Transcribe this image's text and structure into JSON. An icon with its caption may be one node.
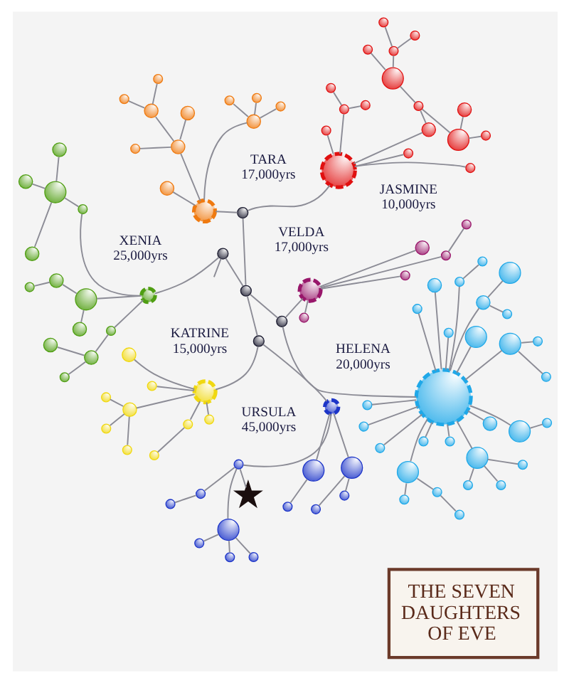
{
  "diagram": {
    "title": "THE SEVEN DAUGHTERS OF EVE",
    "nodes": [
      {
        "text": [],
        "shape": "circle",
        "beside": [
          "URSULA",
          "45,000yrs"
        ]
      },
      {
        "text": [],
        "shape": "circle"
      },
      {
        "text": [],
        "shape": "circle"
      },
      {
        "text": [],
        "shape": "circle"
      },
      {
        "text": [],
        "shape": "circle"
      },
      {
        "text": [],
        "shape": "circle"
      },
      {
        "text": [],
        "shape": "circle"
      },
      {
        "text": [],
        "shape": "circle"
      },
      {
        "text": [],
        "shape": "star"
      },
      {
        "text": [],
        "shape": "circle"
      },
      {
        "text": [],
        "shape": "circle"
      },
      {
        "text": [],
        "shape": "circle"
      },
      {
        "text": [],
        "shape": "circle"
      },
      {
        "text": [],
        "shape": "circle"
      },
      {
        "text": [],
        "shape": "circle",
        "beside": [
          "XENIA",
          "25,000yrs"
        ]
      },
      {
        "text": [],
        "shape": "circle"
      },
      {
        "text": [],
        "shape": "circle"
      },
      {
        "text": [],
        "shape": "circle"
      },
      {
        "text": [],
        "shape": "circle"
      },
      {
        "text": [],
        "shape": "circle"
      },
      {
        "text": [],
        "shape": "circle"
      },
      {
        "text": [],
        "shape": "circle"
      },
      {
        "text": [],
        "shape": "circle"
      },
      {
        "text": [],
        "shape": "circle"
      },
      {
        "text": [],
        "shape": "circle"
      },
      {
        "text": [],
        "shape": "circle"
      },
      {
        "text": [],
        "shape": "circle"
      },
      {
        "text": [],
        "shape": "circle"
      },
      {
        "text": [],
        "shape": "circle",
        "beside": [
          "KATRINE",
          "15,000yrs"
        ]
      },
      {
        "text": [],
        "shape": "circle"
      },
      {
        "text": [],
        "shape": "circle"
      },
      {
        "text": [],
        "shape": "circle"
      },
      {
        "text": [],
        "shape": "circle"
      },
      {
        "text": [],
        "shape": "circle"
      },
      {
        "text": [],
        "shape": "circle"
      },
      {
        "text": [],
        "shape": "circle"
      },
      {
        "text": [],
        "shape": "circle"
      },
      {
        "text": [],
        "shape": "circle"
      },
      {
        "text": [],
        "shape": "circle",
        "beside": [
          "HELENA",
          "20,000yrs"
        ]
      },
      {
        "text": [],
        "shape": "circle"
      },
      {
        "text": [],
        "shape": "circle"
      },
      {
        "text": [],
        "shape": "circle"
      },
      {
        "text": [],
        "shape": "circle"
      },
      {
        "text": [],
        "shape": "circle"
      },
      {
        "text": [],
        "shape": "circle"
      },
      {
        "text": [],
        "shape": "circle"
      },
      {
        "text": [],
        "shape": "circle"
      },
      {
        "text": [],
        "shape": "circle"
      },
      {
        "text": [],
        "shape": "circle"
      },
      {
        "text": [],
        "shape": "circle"
      },
      {
        "text": [],
        "shape": "circle"
      },
      {
        "text": [],
        "shape": "circle"
      },
      {
        "text": [],
        "shape": "circle"
      },
      {
        "text": [],
        "shape": "circle"
      },
      {
        "text": [],
        "shape": "circle"
      },
      {
        "text": [],
        "shape": "circle"
      },
      {
        "text": [],
        "shape": "circle"
      },
      {
        "text": [],
        "shape": "circle"
      },
      {
        "text": [],
        "shape": "circle"
      },
      {
        "text": [],
        "shape": "circle"
      },
      {
        "text": [],
        "shape": "circle"
      },
      {
        "text": [],
        "shape": "circle"
      },
      {
        "text": [],
        "shape": "circle"
      },
      {
        "text": [],
        "shape": "circle"
      },
      {
        "text": [],
        "shape": "circle"
      },
      {
        "text": [],
        "shape": "circle"
      },
      {
        "text": [],
        "shape": "circle"
      },
      {
        "text": [],
        "shape": "circle",
        "beside": [
          "TARA",
          "17,000yrs"
        ]
      },
      {
        "text": [],
        "shape": "circle"
      },
      {
        "text": [],
        "shape": "circle"
      },
      {
        "text": [],
        "shape": "circle"
      },
      {
        "text": [],
        "shape": "circle"
      },
      {
        "text": [],
        "shape": "circle"
      },
      {
        "text": [],
        "shape": "circle"
      },
      {
        "text": [],
        "shape": "circle"
      },
      {
        "text": [],
        "shape": "circle"
      },
      {
        "text": [],
        "shape": "circle"
      },
      {
        "text": [],
        "shape": "circle"
      },
      {
        "text": [],
        "shape": "circle"
      },
      {
        "text": [],
        "shape": "circle",
        "beside": [
          "VELDA",
          "17,000yrs"
        ]
      },
      {
        "text": [],
        "shape": "circle"
      },
      {
        "text": [],
        "shape": "circle"
      },
      {
        "text": [],
        "shape": "circle"
      },
      {
        "text": [],
        "shape": "circle"
      },
      {
        "text": [],
        "shape": "circle"
      },
      {
        "text": [],
        "shape": "circle",
        "beside": [
          "JASMINE",
          "10,000yrs"
        ]
      },
      {
        "text": [],
        "shape": "circle"
      },
      {
        "text": [],
        "shape": "circle"
      },
      {
        "text": [],
        "shape": "circle"
      },
      {
        "text": [],
        "shape": "circle"
      },
      {
        "text": [],
        "shape": "circle"
      },
      {
        "text": [],
        "shape": "circle"
      },
      {
        "text": [],
        "shape": "circle"
      },
      {
        "text": [],
        "shape": "circle"
      },
      {
        "text": [],
        "shape": "circle"
      },
      {
        "text": [],
        "shape": "circle"
      },
      {
        "text": [],
        "shape": "circle"
      },
      {
        "text": [],
        "shape": "circle"
      },
      {
        "text": [],
        "shape": "circle"
      },
      {
        "text": [],
        "shape": "circle"
      },
      {
        "text": [],
        "shape": "circle"
      },
      {
        "text": [],
        "shape": "circle"
      },
      {
        "text": [],
        "shape": "circle"
      },
      {
        "text": [],
        "shape": "circle"
      },
      {
        "text": [],
        "shape": "circle"
      },
      {
        "text": [],
        "shape": "circle"
      },
      {
        "text": [],
        "shape": "circle"
      }
    ],
    "edges": [
      {
        "from": 0,
        "to": 1,
        "arrow": "none"
      },
      {
        "from": 1,
        "to": 2,
        "arrow": "none"
      },
      {
        "from": 2,
        "to": 3,
        "arrow": "none"
      },
      {
        "from": 2,
        "to": 4,
        "arrow": "none"
      },
      {
        "from": 2,
        "to": 5,
        "arrow": "none"
      },
      {
        "from": 1,
        "to": 6,
        "arrow": "none"
      },
      {
        "from": 6,
        "to": 7,
        "arrow": "none"
      },
      {
        "from": 1,
        "to": 8,
        "arrow": "none"
      },
      {
        "from": 0,
        "to": 9,
        "arrow": "none"
      },
      {
        "from": 9,
        "to": 10,
        "arrow": "none"
      },
      {
        "from": 9,
        "to": 11,
        "arrow": "none"
      },
      {
        "from": 0,
        "to": 12,
        "arrow": "none"
      },
      {
        "from": 12,
        "to": 13,
        "arrow": "none"
      },
      {
        "from": 14,
        "to": 15,
        "arrow": "none"
      },
      {
        "from": 15,
        "to": 16,
        "arrow": "none"
      },
      {
        "from": 16,
        "to": 17,
        "arrow": "none"
      },
      {
        "from": 16,
        "to": 18,
        "arrow": "none"
      },
      {
        "from": 14,
        "to": 19,
        "arrow": "none"
      },
      {
        "from": 19,
        "to": 20,
        "arrow": "none"
      },
      {
        "from": 20,
        "to": 21,
        "arrow": "none"
      },
      {
        "from": 20,
        "to": 22,
        "arrow": "none"
      },
      {
        "from": 20,
        "to": 23,
        "arrow": "none"
      },
      {
        "from": 14,
        "to": 24,
        "arrow": "none"
      },
      {
        "from": 24,
        "to": 25,
        "arrow": "none"
      },
      {
        "from": 24,
        "to": 26,
        "arrow": "none"
      },
      {
        "from": 26,
        "to": 27,
        "arrow": "none"
      },
      {
        "from": 28,
        "to": 29,
        "arrow": "none"
      },
      {
        "from": 29,
        "to": 30,
        "arrow": "none"
      },
      {
        "from": 29,
        "to": 31,
        "arrow": "none"
      },
      {
        "from": 29,
        "to": 32,
        "arrow": "none"
      },
      {
        "from": 28,
        "to": 33,
        "arrow": "none"
      },
      {
        "from": 28,
        "to": 34,
        "arrow": "none"
      },
      {
        "from": 34,
        "to": 35,
        "arrow": "none"
      },
      {
        "from": 28,
        "to": 36,
        "arrow": "none"
      },
      {
        "from": 28,
        "to": 37,
        "arrow": "none"
      },
      {
        "from": 38,
        "to": 39,
        "arrow": "none"
      },
      {
        "from": 39,
        "to": 40,
        "arrow": "none"
      },
      {
        "from": 38,
        "to": 41,
        "arrow": "none"
      },
      {
        "from": 41,
        "to": 42,
        "arrow": "none"
      },
      {
        "from": 38,
        "to": 43,
        "arrow": "none"
      },
      {
        "from": 43,
        "to": 44,
        "arrow": "none"
      },
      {
        "from": 43,
        "to": 45,
        "arrow": "none"
      },
      {
        "from": 38,
        "to": 46,
        "arrow": "none"
      },
      {
        "from": 46,
        "to": 47,
        "arrow": "none"
      },
      {
        "from": 47,
        "to": 48,
        "arrow": "none"
      },
      {
        "from": 46,
        "to": 49,
        "arrow": "none"
      },
      {
        "from": 38,
        "to": 50,
        "arrow": "none"
      },
      {
        "from": 38,
        "to": 51,
        "arrow": "none"
      },
      {
        "from": 38,
        "to": 52,
        "arrow": "none"
      },
      {
        "from": 38,
        "to": 53,
        "arrow": "none"
      },
      {
        "from": 38,
        "to": 54,
        "arrow": "none"
      },
      {
        "from": 38,
        "to": 55,
        "arrow": "none"
      },
      {
        "from": 38,
        "to": 56,
        "arrow": "none"
      },
      {
        "from": 38,
        "to": 57,
        "arrow": "none"
      },
      {
        "from": 38,
        "to": 58,
        "arrow": "none"
      },
      {
        "from": 38,
        "to": 59,
        "arrow": "none"
      },
      {
        "from": 59,
        "to": 60,
        "arrow": "none"
      },
      {
        "from": 59,
        "to": 61,
        "arrow": "none"
      },
      {
        "from": 38,
        "to": 62,
        "arrow": "none"
      },
      {
        "from": 62,
        "to": 63,
        "arrow": "none"
      },
      {
        "from": 62,
        "to": 64,
        "arrow": "none"
      },
      {
        "from": 62,
        "to": 65,
        "arrow": "none"
      },
      {
        "from": 38,
        "to": 66,
        "arrow": "none"
      },
      {
        "from": 67,
        "to": 68,
        "arrow": "none"
      },
      {
        "from": 67,
        "to": 69,
        "arrow": "none"
      },
      {
        "from": 69,
        "to": 70,
        "arrow": "none"
      },
      {
        "from": 69,
        "to": 72,
        "arrow": "none"
      },
      {
        "from": 72,
        "to": 73,
        "arrow": "none"
      },
      {
        "from": 72,
        "to": 74,
        "arrow": "none"
      },
      {
        "from": 69,
        "to": 71,
        "arrow": "none"
      },
      {
        "from": 67,
        "to": 75,
        "arrow": "none"
      },
      {
        "from": 75,
        "to": 76,
        "arrow": "none"
      },
      {
        "from": 75,
        "to": 77,
        "arrow": "none"
      },
      {
        "from": 75,
        "to": 78,
        "arrow": "none"
      },
      {
        "from": 79,
        "to": 80,
        "arrow": "none"
      },
      {
        "from": 79,
        "to": 81,
        "arrow": "none"
      },
      {
        "from": 79,
        "to": 82,
        "arrow": "none"
      },
      {
        "from": 82,
        "to": 83,
        "arrow": "none"
      },
      {
        "from": 79,
        "to": 84,
        "arrow": "none"
      },
      {
        "from": 85,
        "to": 86,
        "arrow": "none"
      },
      {
        "from": 85,
        "to": 87,
        "arrow": "none"
      },
      {
        "from": 85,
        "to": 88,
        "arrow": "none"
      },
      {
        "from": 88,
        "to": 89,
        "arrow": "none"
      },
      {
        "from": 88,
        "to": 90,
        "arrow": "none"
      },
      {
        "from": 85,
        "to": 91,
        "arrow": "none"
      },
      {
        "from": 91,
        "to": 93,
        "arrow": "none"
      },
      {
        "from": 93,
        "to": 94,
        "arrow": "none"
      },
      {
        "from": 94,
        "to": 95,
        "arrow": "none"
      },
      {
        "from": 94,
        "to": 96,
        "arrow": "none"
      },
      {
        "from": 96,
        "to": 97,
        "arrow": "none"
      },
      {
        "from": 96,
        "to": 98,
        "arrow": "none"
      },
      {
        "from": 93,
        "to": 99,
        "arrow": "none"
      },
      {
        "from": 99,
        "to": 100,
        "arrow": "none"
      },
      {
        "from": 99,
        "to": 101,
        "arrow": "none"
      },
      {
        "from": 85,
        "to": 92,
        "arrow": "none"
      },
      {
        "from": 102,
        "to": 14,
        "arrow": "none"
      },
      {
        "from": 102,
        "to": 104,
        "arrow": "none"
      },
      {
        "from": 102,
        "to": null,
        "arrow": "none"
      },
      {
        "from": 103,
        "to": 0,
        "arrow": "none"
      },
      {
        "from": 103,
        "to": 28,
        "arrow": "none"
      },
      {
        "from": 103,
        "to": 104,
        "arrow": "none"
      },
      {
        "from": 104,
        "to": 105,
        "arrow": "none"
      },
      {
        "from": 104,
        "to": 106,
        "arrow": "none"
      },
      {
        "from": 105,
        "to": 67,
        "arrow": "none"
      },
      {
        "from": 105,
        "to": 85,
        "arrow": "none"
      },
      {
        "from": 106,
        "to": 38,
        "arrow": "none"
      },
      {
        "from": 106,
        "to": 79,
        "arrow": "none"
      }
    ]
  }
}
